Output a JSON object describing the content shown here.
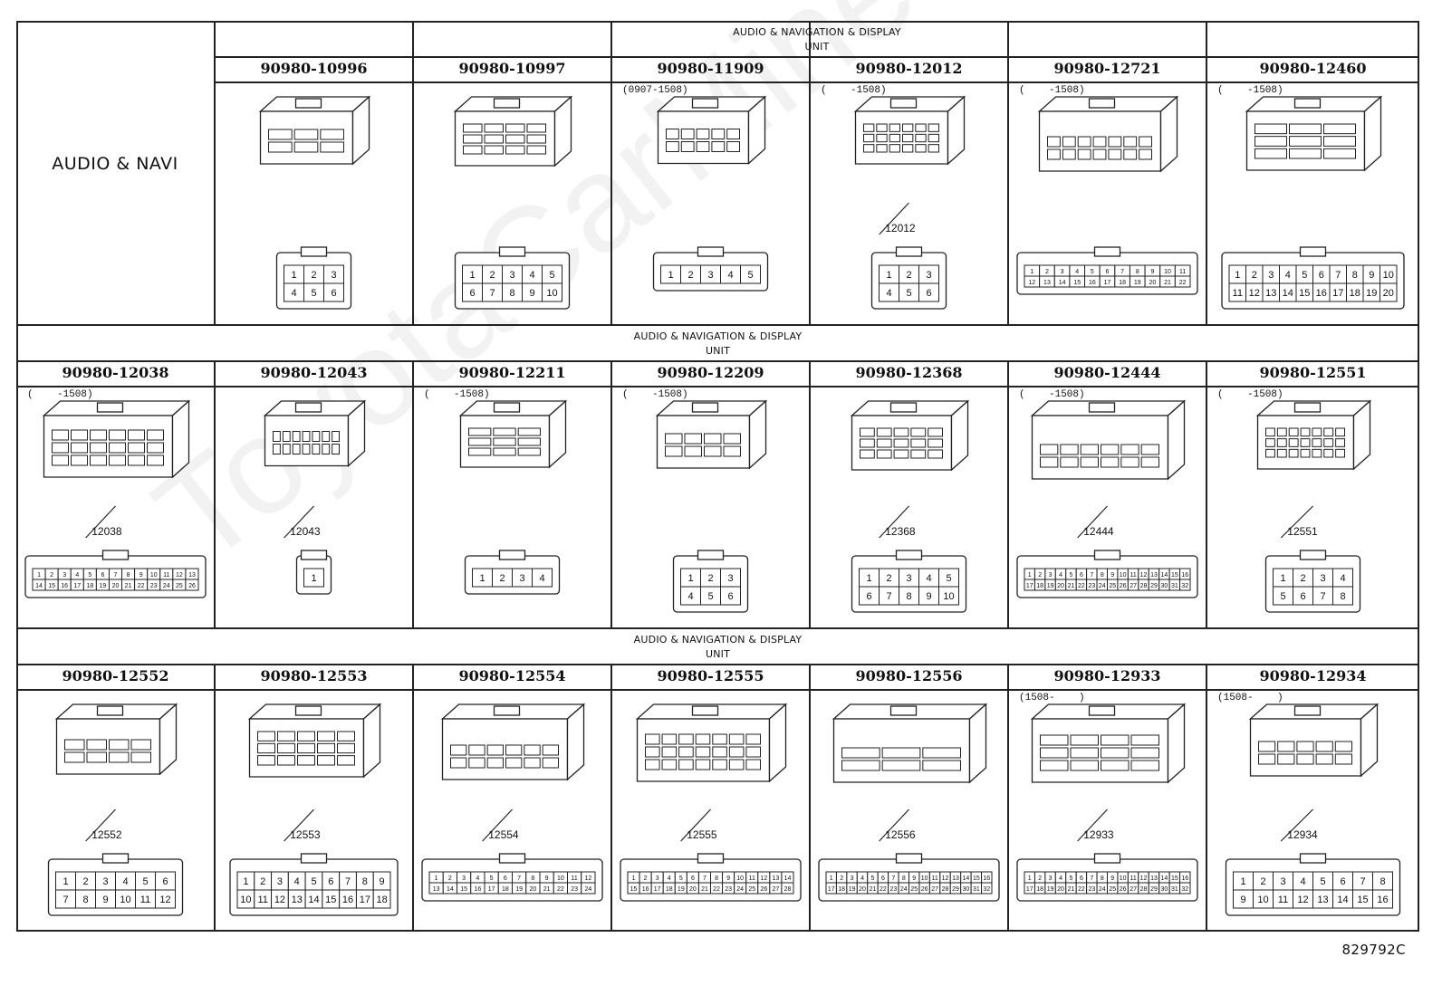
{
  "row_label": "AUDIO & NAVI",
  "bands": [
    {
      "line1": "AUDIO & NAVIGATION & DISPLAY",
      "line2": "UNIT"
    },
    {
      "line1": "AUDIO & NAVIGATION & DISPLAY",
      "line2": "UNIT"
    },
    {
      "line1": "AUDIO & NAVIGATION & DISPLAY",
      "line2": "UNIT"
    }
  ],
  "rows": [
    {
      "connectors": [
        {
          "part": "90980-10996",
          "date": "",
          "tag": "",
          "pins": [
            "1",
            "2",
            "3",
            "4",
            "5",
            "6"
          ]
        },
        {
          "part": "90980-10997",
          "date": "",
          "tag": "",
          "pins": [
            "1",
            "2",
            "3",
            "4",
            "5",
            "6",
            "7",
            "8",
            "9",
            "10"
          ]
        },
        {
          "part": "90980-11909",
          "date": "(0907-1508)",
          "tag": "",
          "pins": [
            "1",
            "2",
            "3",
            "4",
            "5"
          ]
        },
        {
          "part": "90980-12012",
          "date": "(    -1508)",
          "tag": "12012",
          "pins": [
            "1",
            "2",
            "3",
            "4",
            "5",
            "6"
          ]
        },
        {
          "part": "90980-12721",
          "date": "(    -1508)",
          "tag": "",
          "pins": [
            "1",
            "2",
            "3",
            "4",
            "5",
            "6",
            "7",
            "8",
            "9",
            "10",
            "11",
            "12",
            "13",
            "14",
            "15",
            "16",
            "17",
            "18",
            "19",
            "20",
            "21",
            "22"
          ]
        },
        {
          "part": "90980-12460",
          "date": "(    -1508)",
          "tag": "",
          "pins": [
            "1",
            "2",
            "3",
            "4",
            "5",
            "6",
            "7",
            "8",
            "9",
            "10",
            "11",
            "12",
            "13",
            "14",
            "15",
            "16",
            "17",
            "18",
            "19",
            "20"
          ]
        }
      ]
    },
    {
      "connectors": [
        {
          "part": "90980-12038",
          "date": "(    -1508)",
          "tag": "12038",
          "pins": [
            "1",
            "2",
            "3",
            "4",
            "5",
            "6",
            "7",
            "8",
            "9",
            "10",
            "11",
            "12",
            "13",
            "14",
            "15",
            "16",
            "17",
            "18",
            "19",
            "20",
            "21",
            "22",
            "23",
            "24",
            "25",
            "26"
          ]
        },
        {
          "part": "90980-12043",
          "date": "",
          "tag": "12043",
          "pins": [
            "1"
          ]
        },
        {
          "part": "90980-12211",
          "date": "(    -1508)",
          "tag": "",
          "pins": [
            "1",
            "2",
            "3",
            "4"
          ]
        },
        {
          "part": "90980-12209",
          "date": "(    -1508)",
          "tag": "",
          "pins": [
            "1",
            "2",
            "3",
            "4",
            "5",
            "6"
          ]
        },
        {
          "part": "90980-12368",
          "date": "",
          "tag": "12368",
          "pins": [
            "1",
            "2",
            "3",
            "4",
            "5",
            "6",
            "7",
            "8",
            "9",
            "10"
          ]
        },
        {
          "part": "90980-12444",
          "date": "(    -1508)",
          "tag": "12444",
          "pins": [
            "1",
            "2",
            "3",
            "4",
            "5",
            "6",
            "7",
            "8",
            "9",
            "10",
            "11",
            "12",
            "13",
            "14",
            "15",
            "16",
            "17",
            "18",
            "19",
            "20",
            "21",
            "22",
            "23",
            "24",
            "25",
            "26",
            "27",
            "28",
            "29",
            "30",
            "31",
            "32"
          ]
        },
        {
          "part": "90980-12551",
          "date": "(    -1508)",
          "tag": "12551",
          "pins": [
            "1",
            "2",
            "3",
            "4",
            "5",
            "6",
            "7",
            "8"
          ]
        }
      ]
    },
    {
      "connectors": [
        {
          "part": "90980-12552",
          "date": "",
          "tag": "12552",
          "pins": [
            "1",
            "2",
            "3",
            "4",
            "5",
            "6",
            "7",
            "8",
            "9",
            "10",
            "11",
            "12"
          ]
        },
        {
          "part": "90980-12553",
          "date": "",
          "tag": "12553",
          "pins": [
            "1",
            "2",
            "3",
            "4",
            "5",
            "6",
            "7",
            "8",
            "9",
            "10",
            "11",
            "12",
            "13",
            "14",
            "15",
            "16",
            "17",
            "18"
          ]
        },
        {
          "part": "90980-12554",
          "date": "",
          "tag": "12554",
          "pins": [
            "1",
            "2",
            "3",
            "4",
            "5",
            "6",
            "7",
            "8",
            "9",
            "10",
            "11",
            "12",
            "13",
            "14",
            "15",
            "16",
            "17",
            "18",
            "19",
            "20",
            "21",
            "22",
            "23",
            "24"
          ]
        },
        {
          "part": "90980-12555",
          "date": "",
          "tag": "12555",
          "pins": [
            "1",
            "2",
            "3",
            "4",
            "5",
            "6",
            "7",
            "8",
            "9",
            "10",
            "11",
            "12",
            "13",
            "14",
            "15",
            "16",
            "17",
            "18",
            "19",
            "20",
            "21",
            "22",
            "23",
            "24",
            "25",
            "26",
            "27",
            "28"
          ]
        },
        {
          "part": "90980-12556",
          "date": "",
          "tag": "12556",
          "pins": [
            "1",
            "2",
            "3",
            "4",
            "5",
            "6",
            "7",
            "8",
            "9",
            "10",
            "11",
            "12",
            "13",
            "14",
            "15",
            "16",
            "17",
            "18",
            "19",
            "20",
            "21",
            "22",
            "23",
            "24",
            "25",
            "26",
            "27",
            "28",
            "29",
            "30",
            "31",
            "32"
          ]
        },
        {
          "part": "90980-12933",
          "date": "(1508-    )",
          "tag": "12933",
          "pins": [
            "1",
            "2",
            "3",
            "4",
            "5",
            "6",
            "7",
            "8",
            "9",
            "10",
            "11",
            "12",
            "13",
            "14",
            "15",
            "16",
            "17",
            "18",
            "19",
            "20",
            "21",
            "22",
            "23",
            "24",
            "25",
            "26",
            "27",
            "28",
            "29",
            "30",
            "31",
            "32"
          ]
        },
        {
          "part": "90980-12934",
          "date": "(1508-    )",
          "tag": "12934",
          "pins": [
            "1",
            "2",
            "3",
            "4",
            "5",
            "6",
            "7",
            "8",
            "9",
            "10",
            "11",
            "12",
            "13",
            "14",
            "15",
            "16"
          ]
        }
      ]
    }
  ],
  "figure_id": "829792C",
  "watermark": "ToyotaCarMine.ru"
}
